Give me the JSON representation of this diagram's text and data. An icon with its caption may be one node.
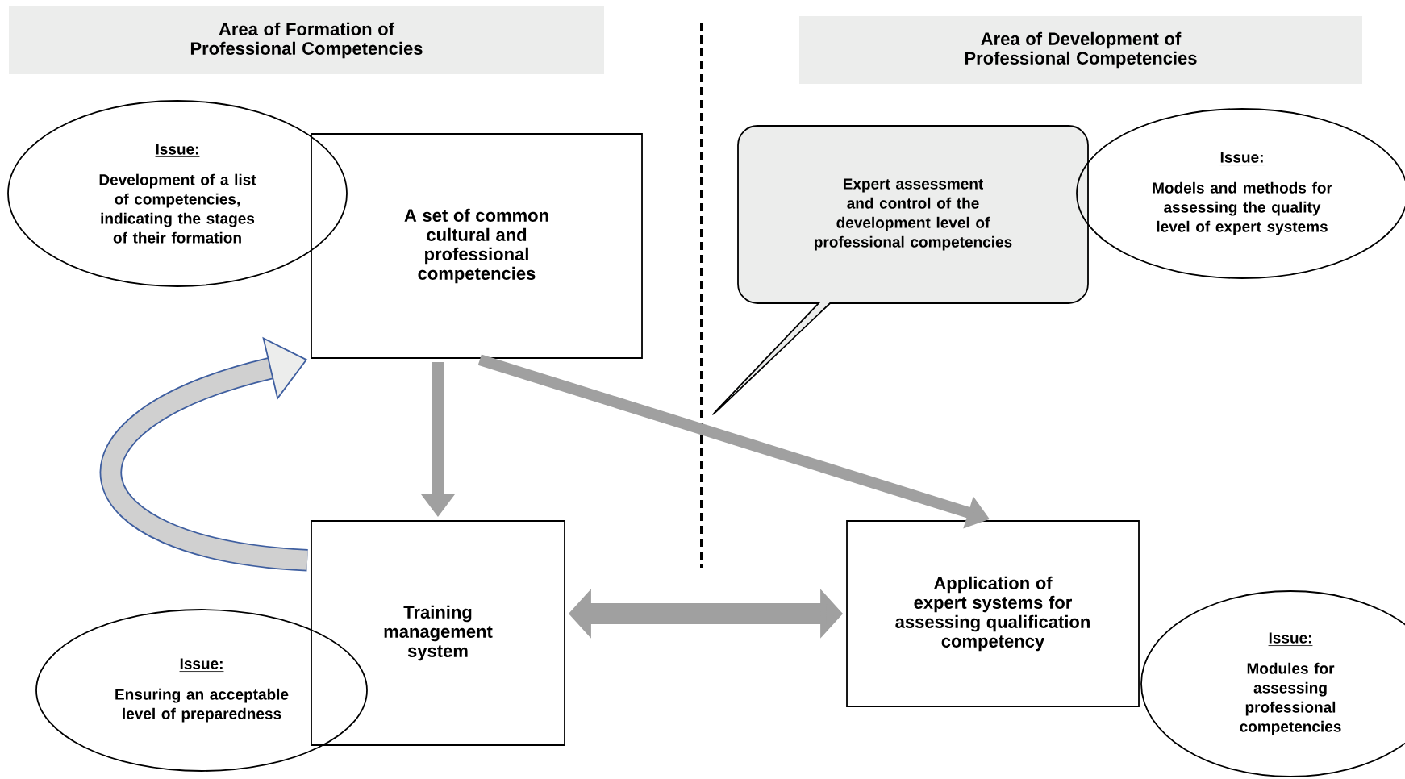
{
  "diagram": {
    "nodes": [
      {
        "text": [
          "Area of Formation of Professional Competencies"
        ]
      },
      {
        "text": [
          "Area of Development of Professional Competencies"
        ]
      },
      {
        "text": [
          "Issue:",
          "Development of a list of competencies, indicating the stages of their formation"
        ]
      },
      {
        "text": [
          "A set of common cultural and professional competencies"
        ]
      },
      {
        "text": [
          "Expert assessment and control of the development level of professional competencies"
        ]
      },
      {
        "text": [
          "Issue:",
          "Models and methods for assessing the quality level of expert systems"
        ]
      },
      {
        "text": [
          "Training management system"
        ]
      },
      {
        "text": [
          "Application of expert systems for assessing qualification competency"
        ]
      },
      {
        "text": [
          "Issue:",
          "Ensuring an acceptable level of preparedness"
        ]
      },
      {
        "text": [
          "Issue:",
          "Modules for assessing professional competencies"
        ]
      }
    ],
    "edges": [
      {
        "from": 3,
        "to": 6,
        "arrow": "to"
      },
      {
        "from": 3,
        "to": 7,
        "arrow": "to"
      },
      {
        "from": 6,
        "to": 7,
        "arrow": "both",
        "style": "thick"
      },
      {
        "from": 6,
        "to": 3,
        "arrow": "to",
        "style": "thick",
        "color": "#3f5fa0"
      }
    ]
  }
}
